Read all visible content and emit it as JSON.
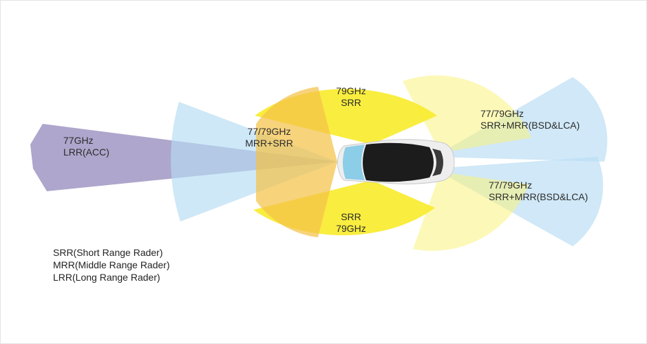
{
  "zones": {
    "lrr_front": {
      "line1": "77GHz",
      "line2": "LRR(ACC)"
    },
    "mrr_front": {
      "line1": "77/79GHz",
      "line2": "MRR+SRR"
    },
    "srr_top": {
      "line1": "79GHz",
      "line2": "SRR"
    },
    "srr_bottom": {
      "line1": "SRR",
      "line2": "79GHz"
    },
    "rear_top": {
      "line1": "77/79GHz",
      "line2": "SRR+MRR(BSD&LCA)"
    },
    "rear_bottom": {
      "line1": "77/79GHz",
      "line2": "SRR+MRR(BSD&LCA)"
    }
  },
  "legend": [
    "SRR(Short Range Rader)",
    "MRR(Middle Range Rader)",
    "LRR(Long Range Rader)"
  ],
  "colors": {
    "lrr": "#8f84b8",
    "mrr": "#bcdff4",
    "srr": "#f8ec2f",
    "srr_light": "#fbf59a",
    "car_body": "#eeeeee",
    "windshield": "#8ccde8",
    "glass_roof": "#1c1c1c"
  }
}
